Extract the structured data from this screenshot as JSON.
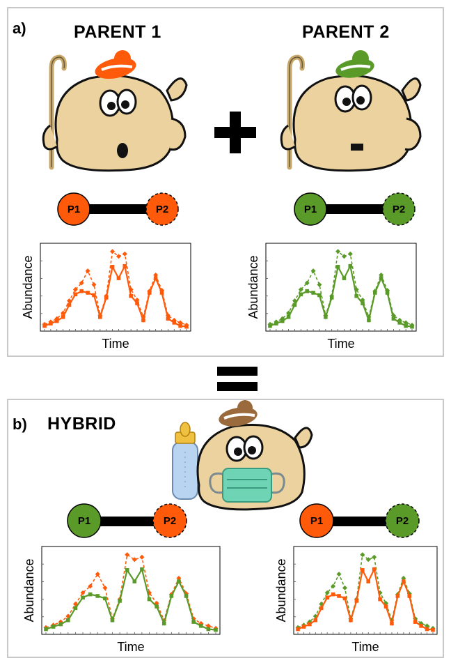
{
  "panel_a": {
    "label": "a)",
    "parent1_title": "PARENT 1",
    "parent2_title": "PARENT 2"
  },
  "panel_b": {
    "label": "b)",
    "hybrid_title": "HYBRID"
  },
  "nodes": {
    "p1": "P1",
    "p2": "P2"
  },
  "axes": {
    "xlabel": "Time",
    "ylabel": "Abundance"
  },
  "colors": {
    "orange": "#ff5a0a",
    "green": "#5a9a28",
    "skin": "#ecd29e",
    "bow_brown": "#9a6a3c",
    "mask": "#6ed4b4"
  },
  "chart_data": [
    {
      "type": "line",
      "id": "parent1",
      "series": [
        {
          "color": "orange",
          "style": "dashed",
          "marker": "diamond",
          "values": [
            0.5,
            0.8,
            1.2,
            1.9,
            3.4,
            4.8,
            5.6,
            7.1,
            5.4,
            1.6,
            4.0,
            9.5,
            8.9,
            9.2,
            4.8,
            3.5,
            1.4,
            4.6,
            6.6,
            4.7,
            1.6,
            1.0,
            0.7,
            0.4
          ]
        },
        {
          "color": "orange",
          "style": "solid",
          "marker": "square",
          "values": [
            0.3,
            0.6,
            0.9,
            1.4,
            2.9,
            4.2,
            4.6,
            4.4,
            4.1,
            1.4,
            3.8,
            7.6,
            6.2,
            7.7,
            4.0,
            3.1,
            1.0,
            4.4,
            6.2,
            4.4,
            1.2,
            0.7,
            0.3,
            0.2
          ]
        }
      ]
    },
    {
      "type": "line",
      "id": "parent2",
      "series": [
        {
          "color": "green",
          "style": "dashed",
          "marker": "diamond",
          "values": [
            0.5,
            0.8,
            1.2,
            1.9,
            3.4,
            4.8,
            5.6,
            7.1,
            5.4,
            1.6,
            4.0,
            9.5,
            8.9,
            9.2,
            4.8,
            3.5,
            1.4,
            4.6,
            6.6,
            4.7,
            1.6,
            1.0,
            0.7,
            0.4
          ]
        },
        {
          "color": "green",
          "style": "solid",
          "marker": "square",
          "values": [
            0.3,
            0.6,
            0.9,
            1.4,
            2.9,
            4.2,
            4.6,
            4.4,
            4.1,
            1.4,
            3.8,
            7.6,
            6.2,
            7.7,
            4.0,
            3.1,
            1.0,
            4.4,
            6.2,
            4.4,
            1.2,
            0.7,
            0.3,
            0.2
          ]
        }
      ]
    },
    {
      "type": "line",
      "id": "hybrid1",
      "series": [
        {
          "color": "orange",
          "style": "dashed",
          "marker": "diamond",
          "values": [
            0.5,
            0.8,
            1.2,
            1.9,
            3.4,
            4.8,
            5.6,
            7.1,
            5.4,
            1.6,
            4.0,
            9.5,
            8.9,
            9.2,
            4.8,
            3.5,
            1.4,
            4.6,
            6.6,
            4.7,
            1.6,
            1.0,
            0.7,
            0.4
          ]
        },
        {
          "color": "green",
          "style": "solid",
          "marker": "square",
          "values": [
            0.3,
            0.6,
            0.9,
            1.4,
            2.9,
            4.2,
            4.6,
            4.4,
            4.1,
            1.4,
            3.8,
            7.6,
            6.2,
            7.7,
            4.0,
            3.1,
            1.0,
            4.4,
            6.2,
            4.4,
            1.2,
            0.7,
            0.3,
            0.2
          ]
        }
      ]
    },
    {
      "type": "line",
      "id": "hybrid2",
      "series": [
        {
          "color": "green",
          "style": "dashed",
          "marker": "diamond",
          "values": [
            0.5,
            0.8,
            1.2,
            1.9,
            3.4,
            4.8,
            5.6,
            7.1,
            5.4,
            1.6,
            4.0,
            9.5,
            8.9,
            9.2,
            4.8,
            3.5,
            1.4,
            4.6,
            6.6,
            4.7,
            1.6,
            1.0,
            0.7,
            0.4
          ]
        },
        {
          "color": "orange",
          "style": "solid",
          "marker": "square",
          "values": [
            0.3,
            0.6,
            0.9,
            1.4,
            2.9,
            4.2,
            4.6,
            4.4,
            4.1,
            1.4,
            3.8,
            7.6,
            6.2,
            7.7,
            4.0,
            3.1,
            1.0,
            4.4,
            6.2,
            4.4,
            1.2,
            0.7,
            0.3,
            0.2
          ]
        }
      ]
    }
  ]
}
